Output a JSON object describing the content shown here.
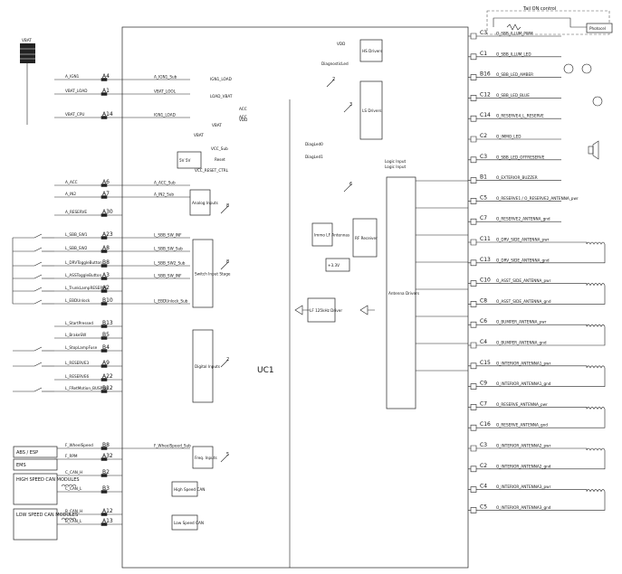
{
  "diagram": {
    "ecu_label": "UC1",
    "vbat": "VBAT",
    "tail_on_control": "Tail ON control",
    "photo_cell": "Photocel",
    "mcu_left": "ACC",
    "left_pins": [
      {
        "pin": "A4",
        "net": "A_IGN1",
        "sig": "A_IGN1_Sub"
      },
      {
        "pin": "A1",
        "net": "VBAT_LOAD",
        "sig": "VBAT_LOOL"
      },
      {
        "pin": "A14",
        "net": "VBAT_CPU",
        "sig": "IGN1_LOAD"
      },
      {
        "pin": "A6",
        "net": "A_ACC",
        "sig": "A_ACC_Sub"
      },
      {
        "pin": "A7",
        "net": "A_IN2",
        "sig": "A_IN2_Sub"
      },
      {
        "pin": "A30",
        "net": "A_RESERVE",
        "sig": ""
      },
      {
        "pin": "A23",
        "net": "L_SBB_SW1",
        "sig": "L_SBB_SW_INF"
      },
      {
        "pin": "A8",
        "net": "L_SBB_SW2",
        "sig": "L_SBB_SW_Sub"
      },
      {
        "pin": "B8",
        "net": "L_DRVToggleButton",
        "sig": "L_SBB_SW2_Sub"
      },
      {
        "pin": "A3",
        "net": "L_ASSToggleButton",
        "sig": "L_SBB_SW_INF"
      },
      {
        "pin": "A2",
        "net": "L_TrunkLampRESERVE",
        "sig": ""
      },
      {
        "pin": "B10",
        "net": "L_EBDUnlock",
        "sig": "L_EBDUnlock_Sub"
      },
      {
        "pin": "B13",
        "net": "L_StartPressed",
        "sig": ""
      },
      {
        "pin": "B5",
        "net": "L_BrakeSW",
        "sig": ""
      },
      {
        "pin": "B4",
        "net": "L_StopLampFuse",
        "sig": ""
      },
      {
        "pin": "A9",
        "net": "L_RESERVE3",
        "sig": ""
      },
      {
        "pin": "A22",
        "net": "L_RESERVE6",
        "sig": ""
      },
      {
        "pin": "B12",
        "net": "L_FRetMotion_BUSPSW",
        "sig": ""
      },
      {
        "pin": "B8",
        "net": "F_WheelSpeed",
        "sig": "F_WheelSpeed_Sub"
      },
      {
        "pin": "A32",
        "net": "F_RPM",
        "sig": ""
      },
      {
        "pin": "B2",
        "net": "C_CAN_H",
        "sig": ""
      },
      {
        "pin": "B3",
        "net": "C_CAN_L",
        "sig": ""
      },
      {
        "pin": "A12",
        "net": "B_CAN_H",
        "sig": ""
      },
      {
        "pin": "A13",
        "net": "B_CAN_L",
        "sig": ""
      }
    ],
    "left_modules": [
      "ABS / ESP",
      "EMS",
      "HIGH SPEED CAN MODULES",
      "LOW SPEED CAN MODULES"
    ],
    "inner_blocks": [
      "Analog Inputs",
      "Switch Input Stage",
      "Digital Inputs",
      "Freq. Inputs",
      "High Speed CAN",
      "Low Speed CAN",
      "5V 5V",
      "RF Receiver",
      "Immo LF Antennas",
      "Antenna Drivers",
      "HS Drivers",
      "LS Drivers",
      "LF 125kHz Driver",
      "+3.3V"
    ],
    "inner_labels": [
      "VDD",
      "VCC_Sub",
      "Reset",
      "VCC_RESET_CTRL",
      "DiagLed0",
      "DiagLed1",
      "DiagnosticLed",
      "Logic Input",
      "Logic Input",
      "ACC",
      "ACC",
      "VBAT",
      "VBAT",
      "IGN1_LOAD",
      "LOAD_VBAT",
      "VDD"
    ],
    "right_pins": [
      {
        "pin": "C3",
        "net": "O_SBB_ILLUM_PWM"
      },
      {
        "pin": "C1",
        "net": "O_SBB_ILLUM_LED"
      },
      {
        "pin": "B16",
        "net": "O_SBB_LED_AMBER"
      },
      {
        "pin": "C12",
        "net": "O_SBB_LED_BLUE"
      },
      {
        "pin": "C14",
        "net": "O_RESERVE4_L_RESERVE"
      },
      {
        "pin": "C2",
        "net": "O_IMMO_LED"
      },
      {
        "pin": "C3",
        "net": "O_SBB_LED_OFFRESERVE"
      },
      {
        "pin": "B1",
        "net": "O_EXTERIOR_BUZZER"
      },
      {
        "pin": "C5",
        "net": "O_RESERVE1 / O_RESERVE2_ANTENNA_pwr"
      },
      {
        "pin": "C7",
        "net": "O_RESERVE2_ANTENNA_gnd"
      },
      {
        "pin": "C11",
        "net": "O_DRV_SIDE_ANTENNA_pwr"
      },
      {
        "pin": "C13",
        "net": "O_DRV_SIDE_ANTENNA_gnd"
      },
      {
        "pin": "C10",
        "net": "O_ASST_SIDE_ANTENNA_pwr"
      },
      {
        "pin": "C8",
        "net": "O_ASST_SIDE_ANTENNA_gnd"
      },
      {
        "pin": "C6",
        "net": "O_BUMPER_ANTENNA_pwr"
      },
      {
        "pin": "C4",
        "net": "O_BUMPER_ANTENNA_gnd"
      },
      {
        "pin": "C15",
        "net": "O_INTERIOR_ANTENNA1_pwr"
      },
      {
        "pin": "C9",
        "net": "O_INTERIOR_ANTENNA1_gnd"
      },
      {
        "pin": "C7",
        "net": "O_RESERVE_ANTENNA_pwr"
      },
      {
        "pin": "C16",
        "net": "O_RESERVE_ANTENNA_gnd"
      },
      {
        "pin": "C3",
        "net": "O_INTERIOR_ANTENNA2_pwr"
      },
      {
        "pin": "C2",
        "net": "O_INTERIOR_ANTENNA2_gnd"
      },
      {
        "pin": "C4",
        "net": "O_INTERIOR_ANTENNA3_pwr"
      },
      {
        "pin": "C5",
        "net": "O_INTERIOR_ANTENNA3_gnd"
      }
    ],
    "bus_widths": [
      "2",
      "3",
      "8",
      "8",
      "2",
      "5",
      "6"
    ]
  }
}
